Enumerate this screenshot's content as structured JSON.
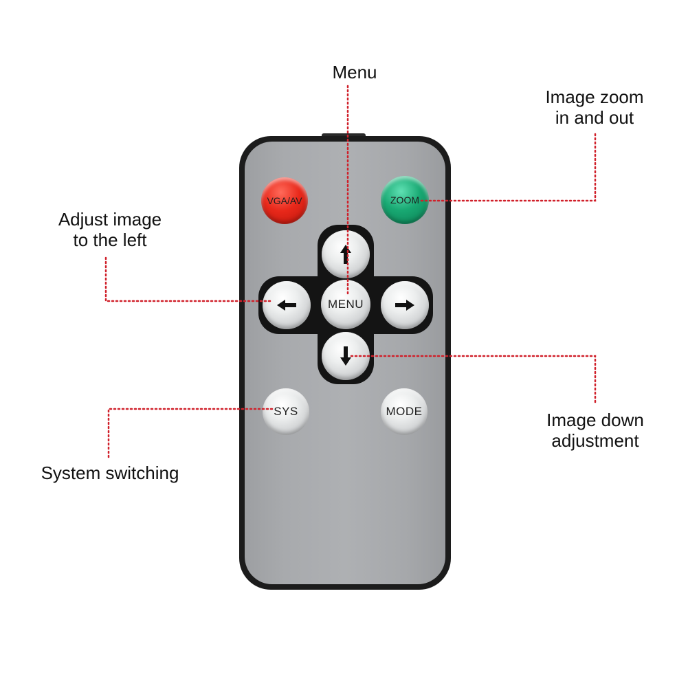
{
  "callouts": {
    "menu": [
      "Menu"
    ],
    "zoom": [
      "Image zoom",
      "in and out"
    ],
    "left": [
      "Adjust image",
      "to the left"
    ],
    "down": [
      "Image down",
      "adjustment"
    ],
    "sys": [
      "System switching"
    ]
  },
  "buttons": {
    "vga_av": "VGA/AV",
    "zoom": "ZOOM",
    "menu": "MENU",
    "sys": "SYS",
    "mode": "MODE"
  },
  "icons": {
    "up": "arrow-up-icon",
    "left": "arrow-left-icon",
    "right": "arrow-right-icon",
    "down": "arrow-down-icon"
  },
  "colors": {
    "leader": "#d0202a",
    "vga_button": "#e2231a",
    "zoom_button": "#16a36f",
    "remote_body": "#1c1c1c",
    "remote_face": "#a8aaad"
  }
}
